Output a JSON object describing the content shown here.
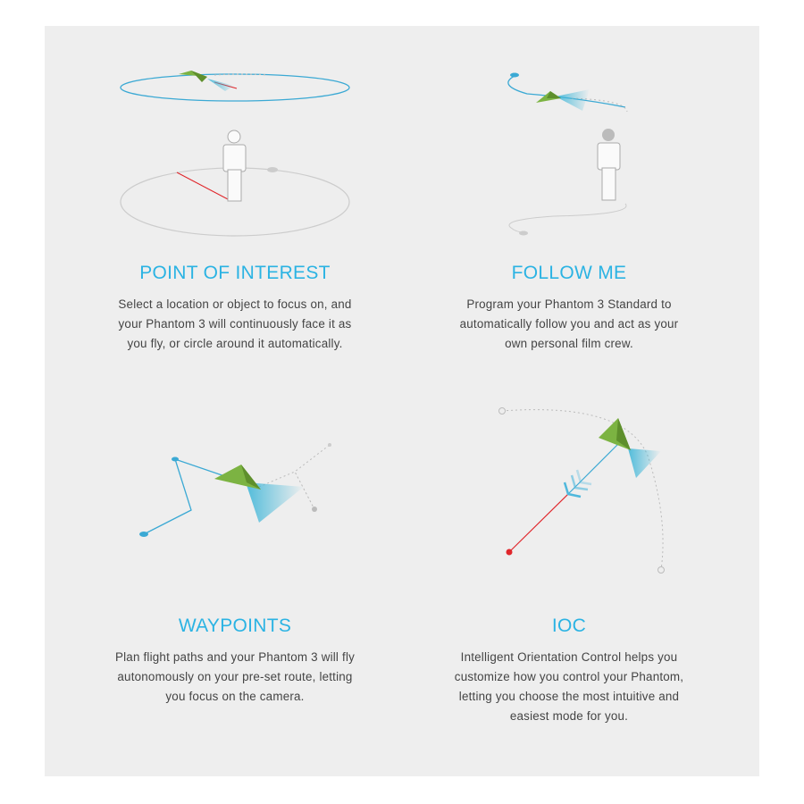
{
  "features": [
    {
      "title": "POINT OF INTEREST",
      "lines": [
        "Select a location or object to focus on, and",
        "your Phantom 3 will continuously face it as",
        "you fly, or circle around it automatically."
      ]
    },
    {
      "title": "FOLLOW ME",
      "lines": [
        "Program your Phantom 3 Standard to",
        "automatically follow you and act as your",
        "own personal film crew."
      ]
    },
    {
      "title": "WAYPOINTS",
      "lines": [
        "Plan flight paths and your Phantom 3 will fly",
        "autonomously on your pre-set route, letting",
        "you focus on the camera."
      ]
    },
    {
      "title": "IOC",
      "lines": [
        "Intelligent Orientation Control helps you",
        "customize how you control your Phantom,",
        "letting you choose the most intuitive and",
        "easiest mode for you."
      ]
    }
  ],
  "colors": {
    "accent": "#2bb3e3",
    "drone_green": "#7cb342",
    "path_red": "#e0262b",
    "background": "#eeeeee"
  }
}
